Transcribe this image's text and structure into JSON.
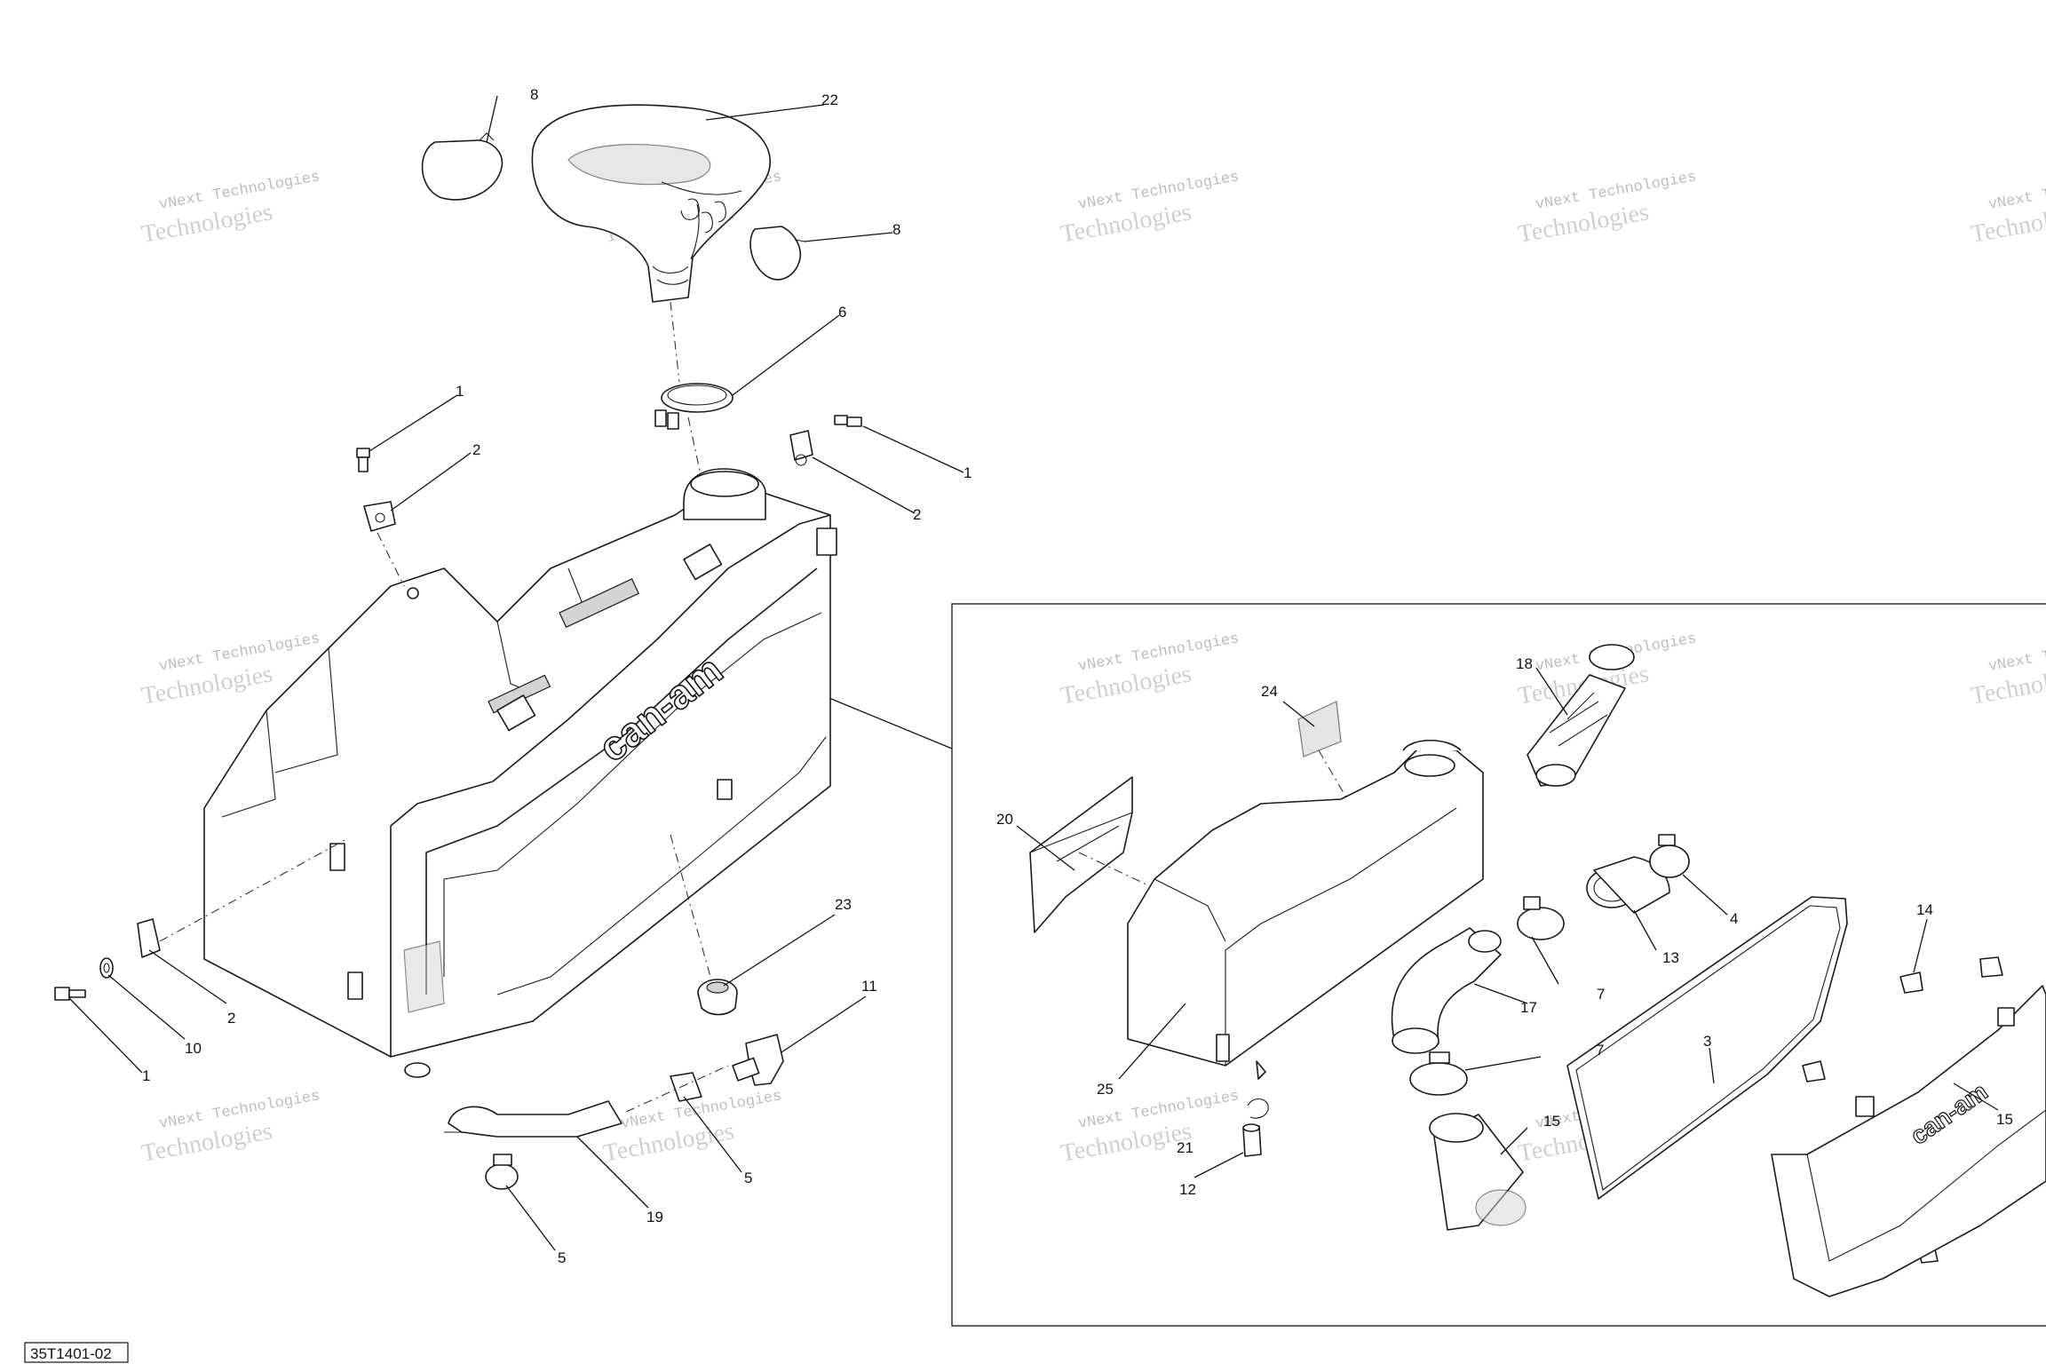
{
  "drawing": {
    "reference": "35T1401-02",
    "watermark_line1": "vNext Technologies",
    "watermark_line2": "Technologies",
    "brand_mark": "can-am"
  },
  "callouts": {
    "c1a": "1",
    "c1b": "1",
    "c1c": "1",
    "c2a": "2",
    "c2b": "2",
    "c2c": "2",
    "c3": "3",
    "c4": "4",
    "c5a": "5",
    "c5b": "5",
    "c6": "6",
    "c7a": "7",
    "c7b": "7",
    "c8a": "8",
    "c8b": "8",
    "c10": "10",
    "c11": "11",
    "c12": "12",
    "c13": "13",
    "c14": "14",
    "c15a": "15",
    "c15b": "15",
    "c17": "17",
    "c18": "18",
    "c19": "19",
    "c20": "20",
    "c21": "21",
    "c22": "22",
    "c23": "23",
    "c24": "24",
    "c25": "25"
  }
}
